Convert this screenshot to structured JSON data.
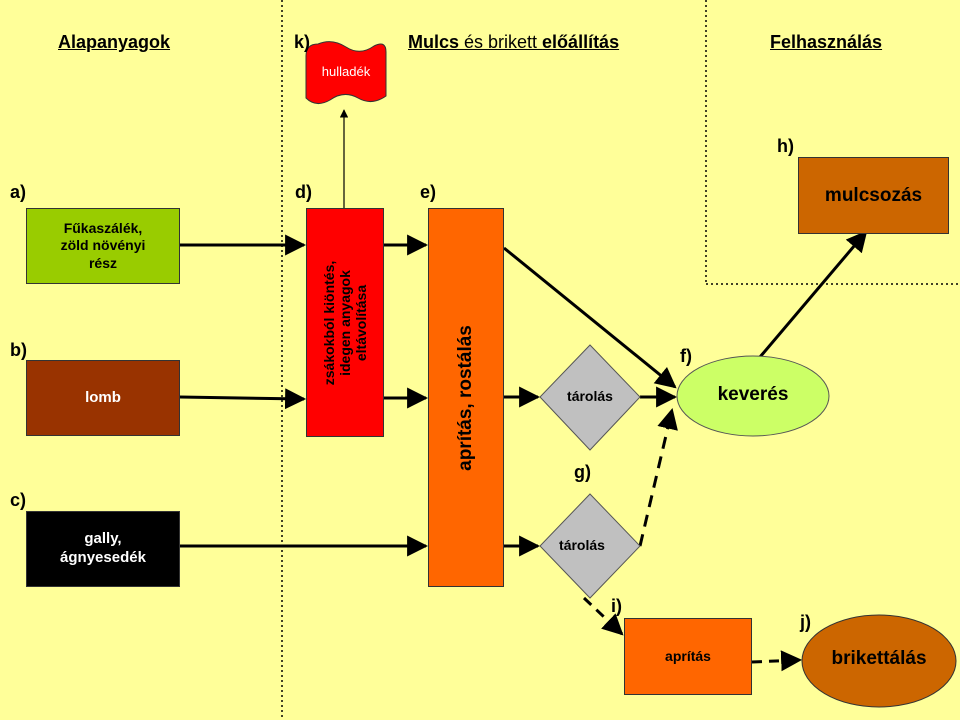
{
  "headers": {
    "raw_materials": "Alapanyagok",
    "production_parts": [
      "Mulcs",
      " és brikett ",
      "előállítás"
    ],
    "usage": "Felhasználás"
  },
  "labels": {
    "a": "a)",
    "b": "b)",
    "c": "c)",
    "d": "d)",
    "e": "e)",
    "f": "f)",
    "g": "g)",
    "h": "h)",
    "i": "i)",
    "j": "j)",
    "k": "k)"
  },
  "nodes": {
    "grass": [
      "Fűkaszálék,",
      "zöld növényi",
      "rész"
    ],
    "leaves": "lomb",
    "branches": [
      "gally,",
      "ágnyesedék"
    ],
    "waste": "hulladék",
    "sorting": [
      "zsákokból kiöntés,",
      "idegen anyagok",
      "eltávolítása"
    ],
    "shredding_sieving": [
      "aprítás",
      ", rostálás"
    ],
    "storage_1": "tárolás",
    "storage_2": "tárolás",
    "mixing": "keverés",
    "mulching": "mulcsozás",
    "shredding": "aprítás",
    "briquetting": "brikettálás"
  },
  "colors": {
    "background": "#FFFF99",
    "grass": "#99CC00",
    "leaves": "#993300",
    "branches": "#000000",
    "waste": "#FF0000",
    "sorting": "#FF0000",
    "shredding_sieving": "#FF6600",
    "storage": "#C0C0C0",
    "mixing": "#CCFF66",
    "mulching": "#CC6600",
    "shredding": "#FF6600",
    "briquetting": "#CC6600"
  }
}
